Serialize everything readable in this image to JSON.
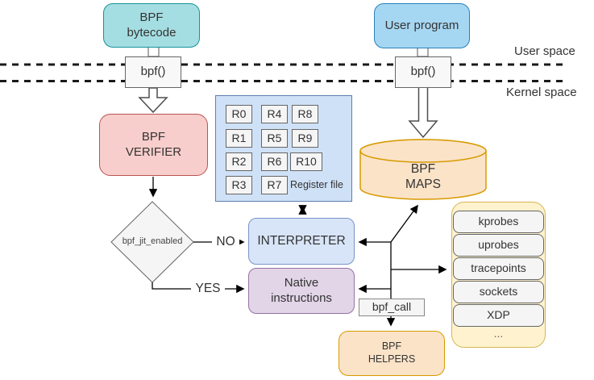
{
  "colors": {
    "teal-fill": "#a5dee2",
    "teal-border": "#18919b",
    "blue-fill": "#a6d7f2",
    "blue-border": "#2980b9",
    "pink-fill": "#f8cecc",
    "pink-border": "#b85450",
    "regbox-fill": "#cfe1f6",
    "regbox-border": "#5f7fae",
    "int-fill": "#d8e5f8",
    "int-border": "#7a93c8",
    "purple-fill": "#e1d5e7",
    "purple-border": "#9673a6",
    "orange-fill": "#fbe3c8",
    "orange-border": "#d79b00",
    "yellow-fill": "#fff3cf",
    "yellow-border": "#d6b656",
    "gray-fill": "#f5f5f5",
    "gray-border": "#666666",
    "line-color": "#1a1a1a",
    "text-color": "#333333"
  },
  "nodes": {
    "bpf_bytecode": "BPF\nbytecode",
    "user_program": "User program",
    "bpf_syscall_left": "bpf()",
    "bpf_syscall_right": "bpf()",
    "bpf_verifier": "BPF\nVERIFIER",
    "interpreter": "INTERPRETER",
    "native_instructions": "Native\ninstructions",
    "bpf_maps": "BPF\nMAPS",
    "bpf_helpers": "BPF\nHELPERS",
    "bpf_call": "bpf_call",
    "jit_condition": "bpf_jit_enabled"
  },
  "layers": {
    "user_space": "User space",
    "kernel_space": "Kernel space"
  },
  "decision": {
    "no": "NO",
    "yes": "YES"
  },
  "register_file": {
    "label": "Register file",
    "registers": [
      "R0",
      "R1",
      "R2",
      "R3",
      "R4",
      "R5",
      "R6",
      "R7",
      "R8",
      "R9",
      "R10"
    ]
  },
  "attach_points": {
    "items": [
      "kprobes",
      "uprobes",
      "tracepoints",
      "sockets",
      "XDP"
    ],
    "more": "..."
  }
}
